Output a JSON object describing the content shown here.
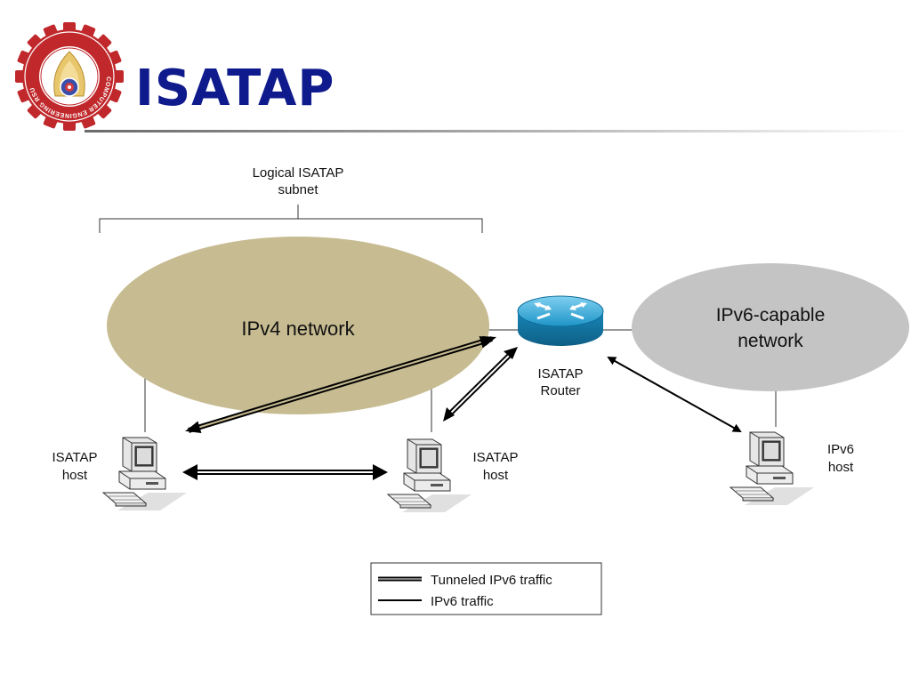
{
  "slide": {
    "title": "ISATAP",
    "logo": {
      "name": "computer-engineering-seal",
      "ring_text": "COMPUTER ENGINEERING RSU",
      "ring_color": "#c0282b",
      "emblem_color": "#e8c66b"
    }
  },
  "diagram": {
    "subnet_label_line1": "Logical ISATAP",
    "subnet_label_line2": "subnet",
    "ipv4_network": {
      "label": "IPv4 network",
      "color": "#c7bb91"
    },
    "ipv6_network": {
      "label_line1": "IPv6-capable",
      "label_line2": "network",
      "color": "#c4c4c4"
    },
    "router": {
      "label_line1": "ISATAP",
      "label_line2": "Router",
      "color": "#1e95c8"
    },
    "host_left": {
      "label_line1": "ISATAP",
      "label_line2": "host"
    },
    "host_middle": {
      "label_line1": "ISATAP",
      "label_line2": "host"
    },
    "host_right": {
      "label_line1": "IPv6",
      "label_line2": "host"
    },
    "legend": {
      "tunneled": "Tunneled IPv6 traffic",
      "ipv6": "IPv6 traffic"
    }
  }
}
